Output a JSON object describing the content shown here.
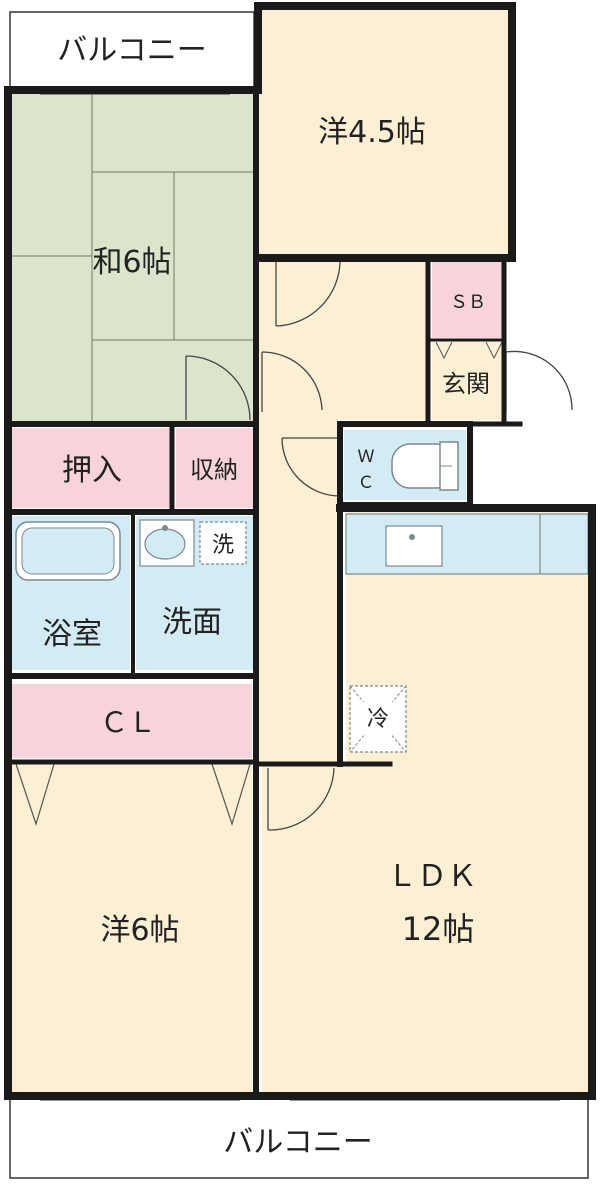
{
  "colors": {
    "wall": "#1a1a1a",
    "tatami": "#dbe5cc",
    "wood": "#fbf0d4",
    "storage": "#f7d4da",
    "water": "#d3ecf4",
    "outdoor": "#ffffff",
    "fixture_line": "#7a8a90",
    "label": "#222222"
  },
  "rooms": {
    "balcony_top": "バルコニー",
    "western_small": "洋4.5帖",
    "japanese": "和6帖",
    "shoe_box": "ＳＢ",
    "entrance": "玄関",
    "closet_oshiire": "押入",
    "storage": "収納",
    "wc_top": "Ｗ",
    "wc_bottom": "Ｃ",
    "washer": "洗",
    "bath": "浴室",
    "washroom": "洗面",
    "fridge": "冷",
    "closet_cl": "ＣＬ",
    "ldk_line1": "ＬＤＫ",
    "ldk_line2": "12帖",
    "western_large": "洋6帖",
    "balcony_bottom": "バルコニー"
  },
  "icons": [
    "door-swing-icon",
    "bathtub-icon",
    "toilet-icon",
    "sink-icon",
    "kitchen-counter-icon",
    "washer-pan-icon",
    "fridge-space-icon"
  ]
}
